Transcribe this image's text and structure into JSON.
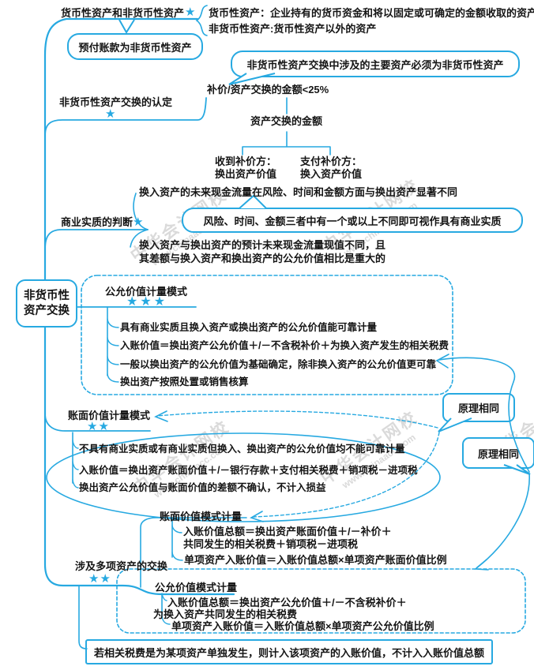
{
  "accent_color": "#27A9E1",
  "watermark": {
    "line1": "中华会计网校",
    "line2": "www.chinaacc.com"
  },
  "root": {
    "line1": "非货币性",
    "line2": "资产交换"
  },
  "branches": {
    "monetary": {
      "label": "货币性资产和非货币性资产",
      "stars": "★",
      "def_monetary": "货币性资产：企业持有的货币资金和将以固定或可确定的金额收取的资产",
      "def_nonmonetary": "非货币性资产:货币性资产以外的资产",
      "note": "预付账款为非货币性资产"
    },
    "recognition": {
      "label": "非货币性资产交换的认定",
      "stars": "★",
      "note": "非货币性资产交换中涉及的主要资产必须为非货币性资产",
      "ratio": "补价/资产交换的金额<25%",
      "amount": "资产交换的金额",
      "receiver_line1": "收到补价方：",
      "receiver_line2": "换出资产价值",
      "payer_line1": "支付补价方：",
      "payer_line2": "换入资产价值"
    },
    "substance": {
      "label": "商业实质的判断",
      "stars": "★",
      "cond1": "换入资产的未来现金流量在风险、时间和金额方面与换出资产显著不同",
      "note": "风险、时间、金额三者中有一个或以上不同即可视作具有商业实质",
      "cond2_line1": "换入资产与换出资产的预计未来现金流量现值不同，且",
      "cond2_line2": "其差额与换入资产和换出资产的公允价值相比是重大的"
    },
    "fair_value": {
      "label": "公允价值计量模式",
      "stars": "★★★",
      "bullets": [
        "具有商业实质且换入资产或换出资产的公允价值能可靠计量",
        "入账价值＝换出资产公允价值＋/－不含税补价＋为换入资产发生的相关税费",
        "一般以换出资产的公允价值为基础确定，除非换入资产的公允价值更可靠",
        "换出资产按照处置或销售核算"
      ]
    },
    "book_value": {
      "label": "账面价值计量模式",
      "stars": "★★",
      "bullets": [
        "不具有商业实质或有商业实质但换入、换出资产的公允价值均不能可靠计量",
        "入账价值＝换出资产账面价值＋/－银行存款＋支付相关税费＋销项税－进项税",
        "换出资产公允价值与账面价值的差额不确认，不计入损益"
      ]
    },
    "multi_asset": {
      "label": "涉及多项资产的交换",
      "stars": "★★",
      "book_mode": {
        "label": "账面价值模式计量",
        "bullet1_line1": "入账价值总额＝换出资产账面价值＋/－补价＋",
        "bullet1_line2": "共同发生的相关税费＋销项税－进项税",
        "bullet2": "单项资产入账价值＝入账价值总额×单项资产账面价值比例"
      },
      "fv_mode": {
        "label": "公允价值模式计量",
        "bullet1_line1": "入账价值总额＝换出资产公允价值＋/－不含税补价＋",
        "bullet1_line2": "为换入资产共同发生的相关税费",
        "bullet2": "单项资产入账价值＝入账价值总额×单项资产公允价值比例"
      },
      "note": "若相关税费是为某项资产单独发生，则计入该项资产的入账价值，不计入入账价值总额"
    },
    "same_principle_1": {
      "label": "原理相同"
    },
    "same_principle_2": {
      "label": "原理相同"
    }
  }
}
